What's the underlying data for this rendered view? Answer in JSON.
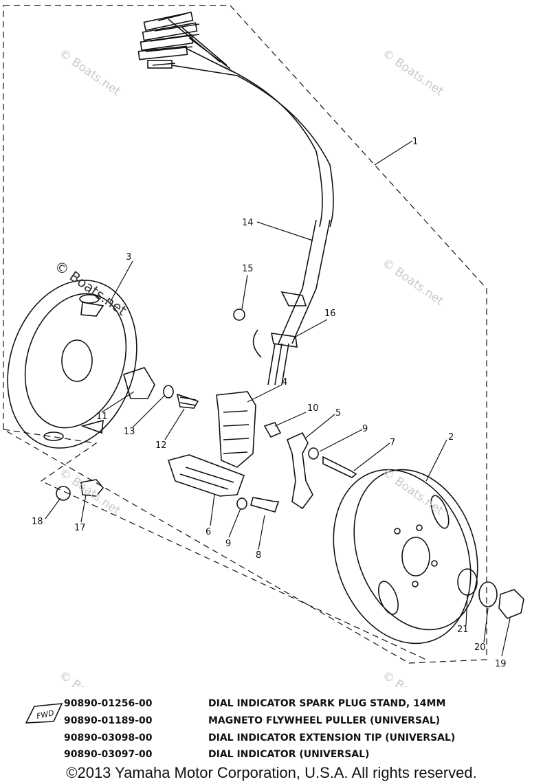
{
  "diagram": {
    "callouts": [
      "1",
      "2",
      "3",
      "4",
      "5",
      "6",
      "7",
      "8",
      "9",
      "9",
      "10",
      "11",
      "12",
      "13",
      "14",
      "15",
      "16",
      "17",
      "18",
      "19",
      "20",
      "21"
    ],
    "watermarks": [
      "© Boats.net",
      "© Boats.net",
      "© Boats.net",
      "© Boats.net",
      "© Boats.net",
      "© Boats.net",
      "© Boats.net",
      "© Boats.net"
    ]
  },
  "fwd_label": "FWD",
  "tools": [
    {
      "part_number": "90890-01256-00",
      "description": "DIAL INDICATOR SPARK PLUG STAND, 14MM"
    },
    {
      "part_number": "90890-01189-00",
      "description": "MAGNETO FLYWHEEL PULLER (UNIVERSAL)"
    },
    {
      "part_number": "90890-03098-00",
      "description": "DIAL INDICATOR EXTENSION TIP (UNIVERSAL)"
    },
    {
      "part_number": "90890-03097-00",
      "description": "DIAL INDICATOR (UNIVERSAL)"
    }
  ],
  "copyright": "©2013 Yamaha Motor Corporation, U.S.A. All rights reserved."
}
